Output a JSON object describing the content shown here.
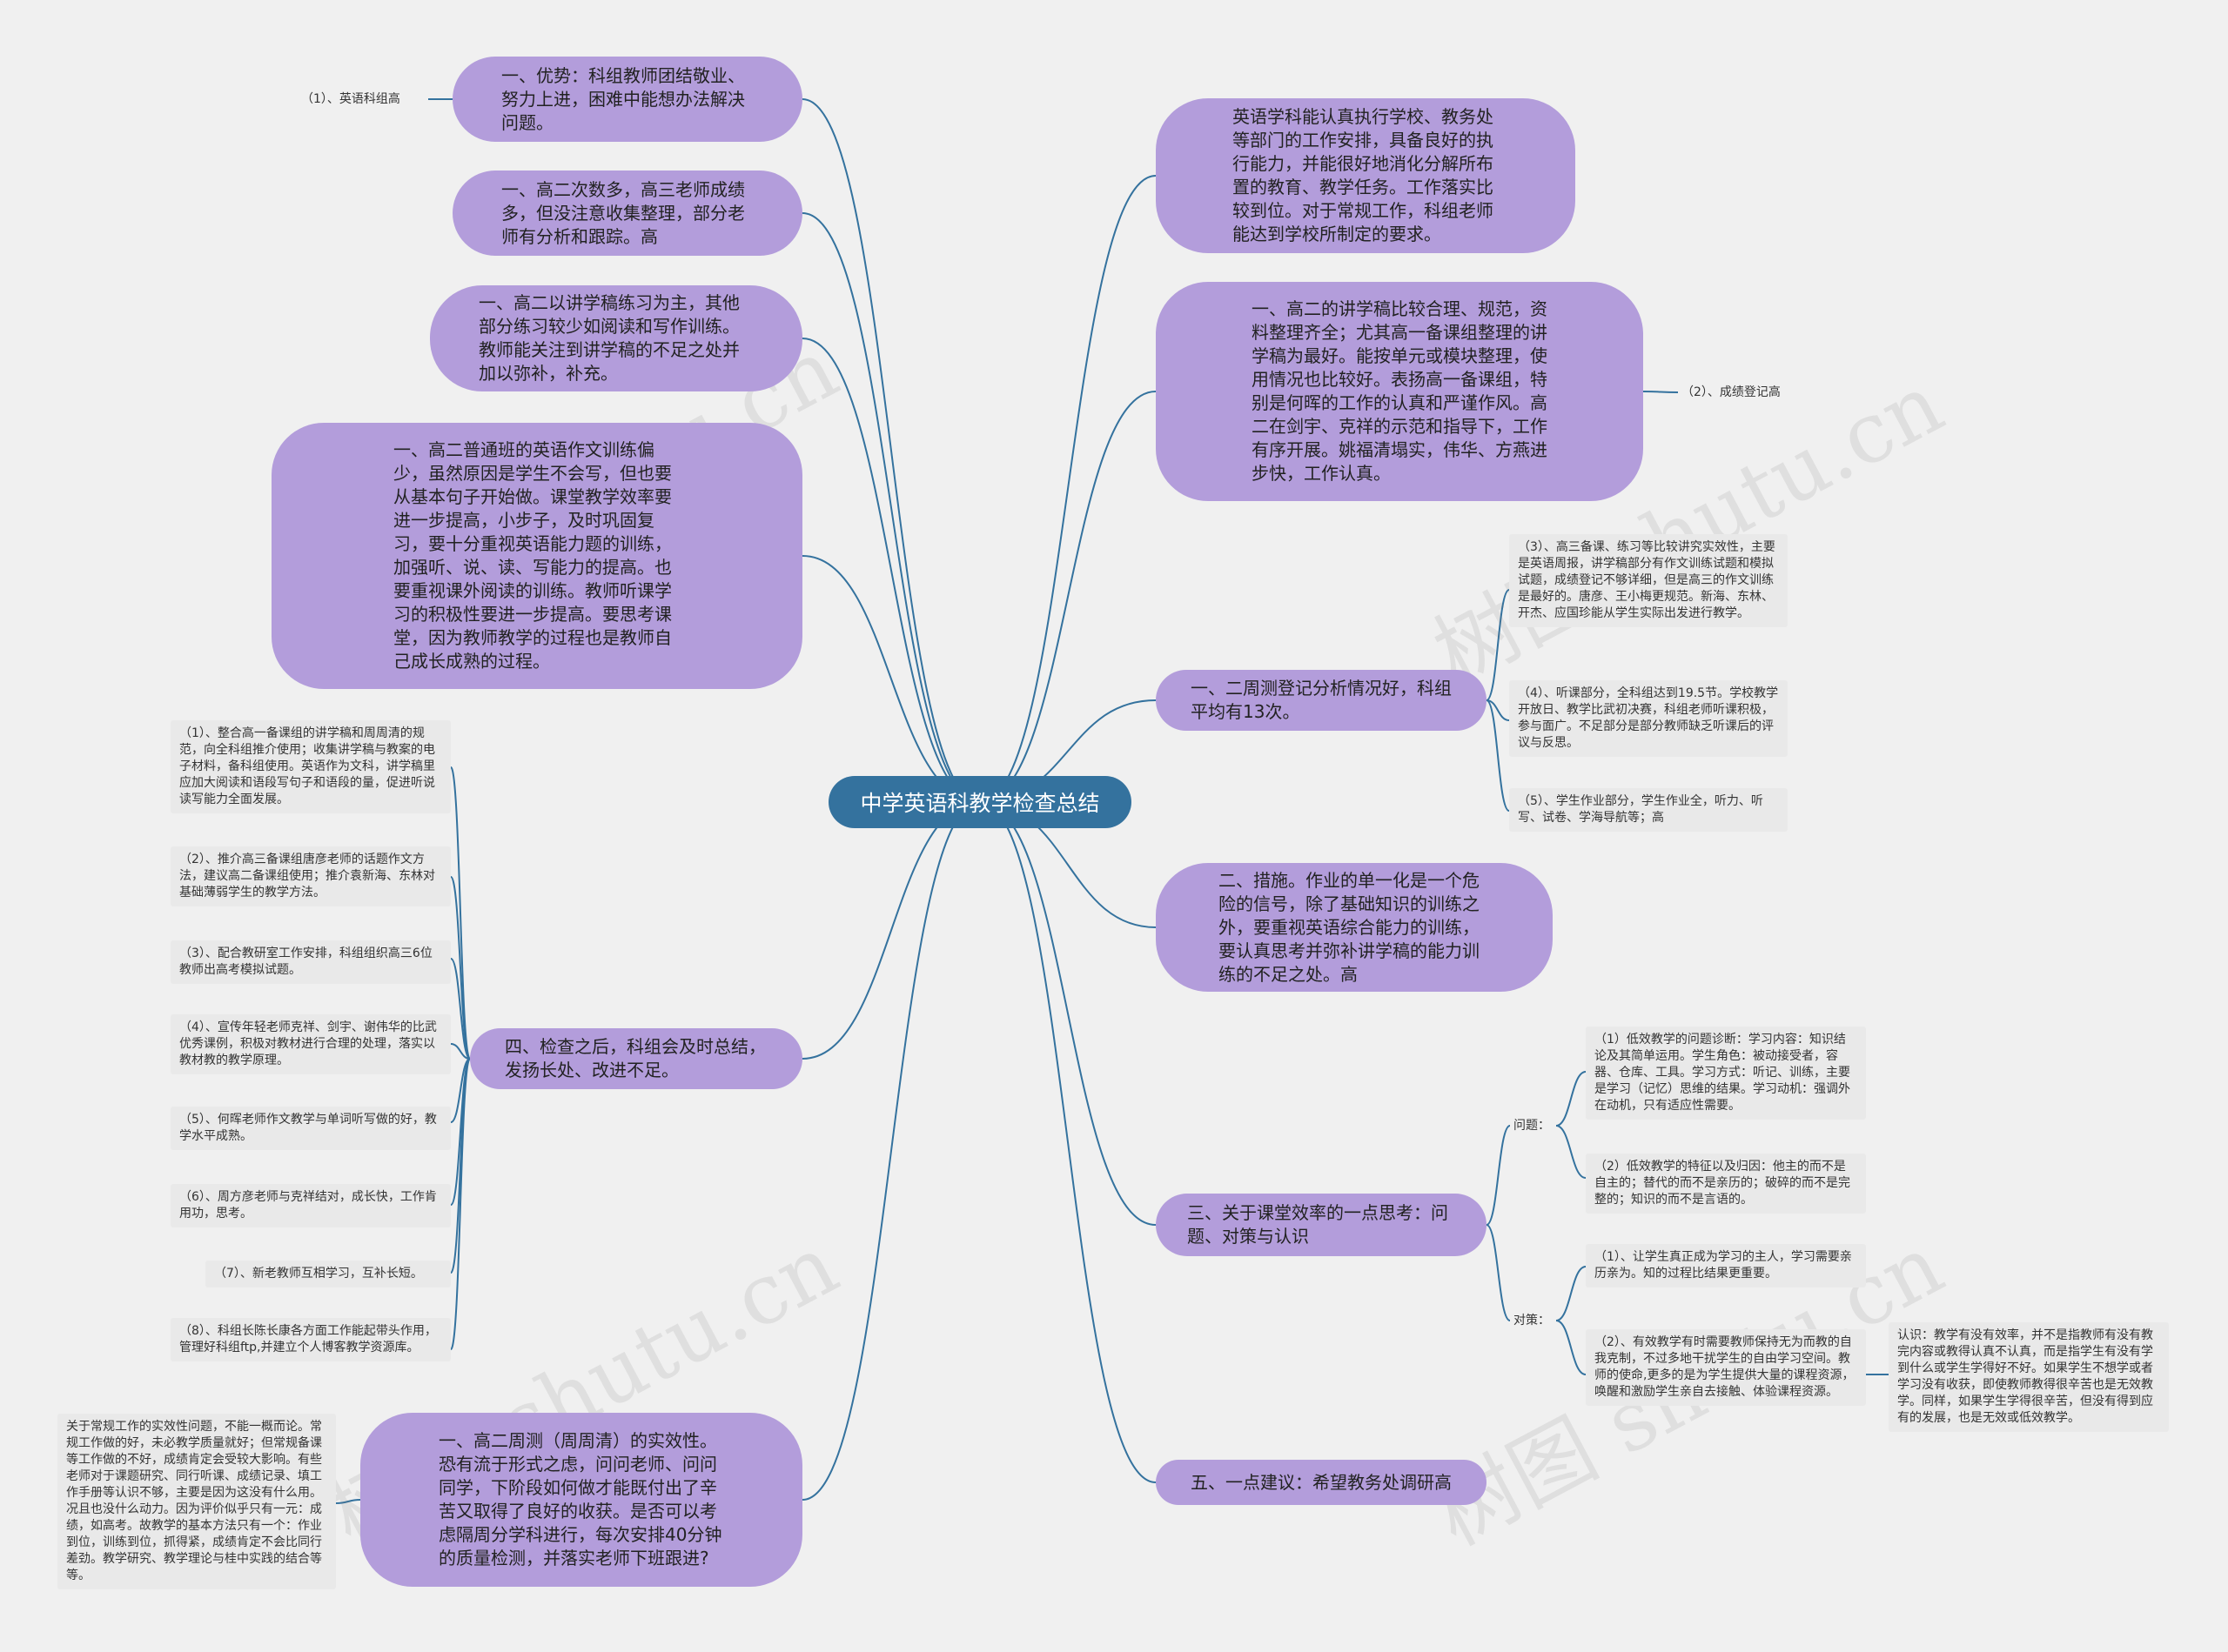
{
  "colors": {
    "background": "#f0f0f0",
    "center_fill": "#34729e",
    "bubble_fill": "#b39ddb",
    "note_fill": "#e9e9e9",
    "link": "#34729e"
  },
  "watermark": "树图 shutu.cn",
  "center": {
    "text": "中学英语科教学检查总结"
  },
  "left": {
    "advantage": {
      "text": "一、优势：科组教师团结敬业、努力上进，困难中能想办法解决问题。",
      "note": "（1）、英语科组高"
    },
    "grade2_count": {
      "text": "一、高二次数多，高三老师成绩多，但没注意收集整理，部分老师有分析和跟踪。高"
    },
    "grade2_practice": {
      "text": "一、高二以讲学稿练习为主，其他部分练习较少如阅读和写作训练。教师能关注到讲学稿的不足之处并加以弥补，补充。"
    },
    "grade2_writing": {
      "text": "一、高二普通班的英语作文训练偏少，虽然原因是学生不会写，但也要从基本句子开始做。课堂教学效率要进一步提高，小步子，及时巩固复习，要十分重视英语能力题的训练，加强听、说、读、写能力的提高。也要重视课外阅读的训练。教师听课学习的积极性要进一步提高。要思考课堂，因为教师教学的过程也是教师自己成长成熟的过程。"
    },
    "after_check": {
      "text": "四、检查之后，科组会及时总结，发扬长处、改进不足。",
      "notes": [
        "（1）、整合高一备课组的讲学稿和周周清的规范，向全科组推介使用；收集讲学稿与教案的电子材料，备科组使用。英语作为文科，讲学稿里应加大阅读和语段写句子和语段的量，促进听说读写能力全面发展。",
        "（2）、推介高三备课组唐彦老师的话题作文方法，建议高二备课组使用；推介袁新海、东林对基础薄弱学生的教学方法。",
        "（3）、配合教研室工作安排，科组组织高三6位教师出高考模拟试题。",
        "（4）、宣传年轻老师克祥、剑宇、谢伟华的比武优秀课例，积极对教材进行合理的处理，落实以教材教的教学原理。",
        "（5）、何晖老师作文教学与单词听写做的好，教学水平成熟。",
        "（6）、周方彦老师与克祥结对，成长快，工作肯用功，思考。",
        "（7）、新老教师互相学习，互补长短。",
        "（8）、科组长陈长康各方面工作能起带头作用，管理好科组ftp,并建立个人博客教学资源库。"
      ]
    },
    "weekly_test": {
      "text": "一、高二周测（周周清）的实效性。恐有流于形式之虑，问问老师、问问同学，下阶段如何做才能既付出了辛苦又取得了良好的收获。是否可以考虑隔周分学科进行，每次安排40分钟的质量检测，并落实老师下班跟进?",
      "note": "关于常规工作的实效性问题，不能一概而论。常规工作做的好，未必教学质量就好；但常规备课等工作做的不好，成绩肯定会受较大影响。有些老师对于课题研究、同行听课、成绩记录、填工作手册等认识不够，主要是因为这没有什么用。况且也没什么动力。因为评价似乎只有一元：成绩，如高考。故教学的基本方法只有一个：作业到位，训练到位，抓得紧，成绩肯定不会比同行差劲。教学研究、教学理论与桂中实践的结合等等。"
    }
  },
  "right": {
    "executes": {
      "text": "英语学科能认真执行学校、教务处等部门的工作安排，具备良好的执行能力，并能很好地消化分解所布置的教育、教学任务。工作落实比较到位。对于常规工作，科组老师能达到学校所制定的要求。"
    },
    "lecture": {
      "text": "一、高二的讲学稿比较合理、规范，资料整理齐全；尤其高一备课组整理的讲学稿为最好。能按单元或模块整理，使用情况也比较好。表扬高一备课组，特别是何晖的工作的认真和严谨作风。高二在剑宇、克祥的示范和指导下，工作有序开展。姚福清塌实，伟华、方燕进步快，工作认真。",
      "note": "（2）、成绩登记高"
    },
    "biweekly": {
      "text": "一、二周测登记分析情况好，科组平均有13次。",
      "notes": [
        "（3）、高三备课、练习等比较讲究实效性，主要是英语周报，讲学稿部分有作文训练试题和模拟试题，成绩登记不够详细，但是高三的作文训练是最好的。唐彦、王小梅更规范。新海、东林、开杰、应国珍能从学生实际出发进行教学。",
        "（4）、听课部分，全科组达到19.5节。学校教学开放日、教学比武初决赛，科组老师听课积极，参与面广。不足部分是部分教师缺乏听课后的评议与反思。",
        "（5）、学生作业部分，学生作业全，听力、听写、试卷、学海导航等；高"
      ]
    },
    "measures": {
      "text": "二、措施。作业的单一化是一个危险的信号，除了基础知识的训练之外，要重视英语综合能力的训练，要认真思考并弥补讲学稿的能力训练的不足之处。高"
    },
    "efficiency": {
      "text": "三、关于课堂效率的一点思考：问题、对策与认识",
      "problem_label": "问题：",
      "problem_notes": [
        "（1）低效教学的问题诊断：学习内容：知识结论及其简单运用。学生角色：被动接受者，容器、仓库、工具。学习方式：听记、训练，主要是学习（记忆）思维的结果。学习动机：强调外在动机，只有适应性需要。",
        "（2）低效教学的特征以及归因：他主的而不是自主的；替代的而不是亲历的；破碎的而不是完整的；知识的而不是言语的。"
      ],
      "measure_label": "对策：",
      "measure_notes": [
        "（1）、让学生真正成为学习的主人，学习需要亲历亲为。知的过程比结果更重要。",
        "（2）、有效教学有时需要教师保持无为而教的自我克制，不过多地干扰学生的自由学习空间。教师的使命,更多的是为学生提供大量的课程资源，唤醒和激励学生亲自去接触、体验课程资源。"
      ],
      "view_note": "认识：教学有没有效率，并不是指教师有没有教完内容或教得认真不认真，而是指学生有没有学到什么或学生学得好不好。如果学生不想学或者学习没有收获，即使教师教得很辛苦也是无效教学。同样，如果学生学得很辛苦，但没有得到应有的发展，也是无效或低效教学。"
    },
    "suggestion": {
      "text": "五、一点建议：希望教务处调研高"
    }
  }
}
